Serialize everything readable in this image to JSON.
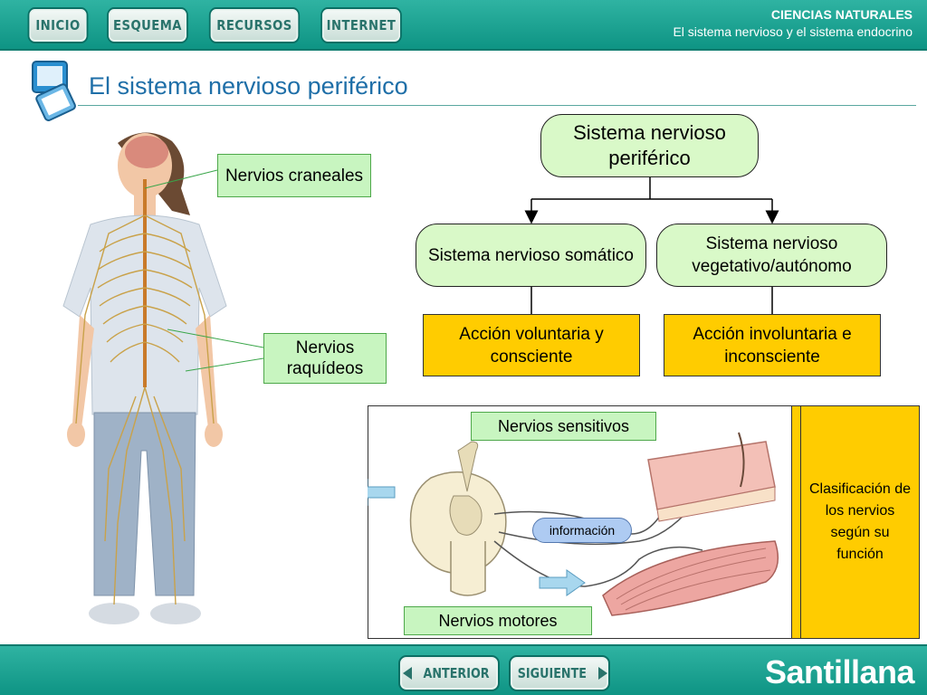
{
  "nav": {
    "inicio": "INICIO",
    "esquema": "ESQUEMA",
    "recursos": "RECURSOS",
    "internet": "INTERNET"
  },
  "course": {
    "subject": "CIENCIAS NATURALES",
    "unit": "El sistema nervioso y el sistema endocrino"
  },
  "page": {
    "title": "El sistema nervioso periférico"
  },
  "figure_labels": {
    "cranial": "Nervios craneales",
    "spinal": "Nervios raquídeos"
  },
  "diagram": {
    "root": "Sistema nervioso periférico",
    "somatic": "Sistema nervioso somático",
    "autonomic": "Sistema nervioso vegetativo/autónomo",
    "somatic_action": "Acción voluntaria y consciente",
    "autonomic_action": "Acción involuntaria e inconsciente"
  },
  "nerve_panel": {
    "sensory": "Nervios sensitivos",
    "motor": "Nervios motores",
    "info": "información",
    "classification": "Clasificación de los nervios según su función"
  },
  "pager": {
    "prev": "ANTERIOR",
    "next": "SIGUIENTE"
  },
  "brand": "Santillana",
  "colors": {
    "teal_bar": "#0e9484",
    "pill_green": "#d9f9c8",
    "label_green": "#c8f5c0",
    "action_yellow": "#ffcc00",
    "title_blue": "#1f6fa8"
  }
}
